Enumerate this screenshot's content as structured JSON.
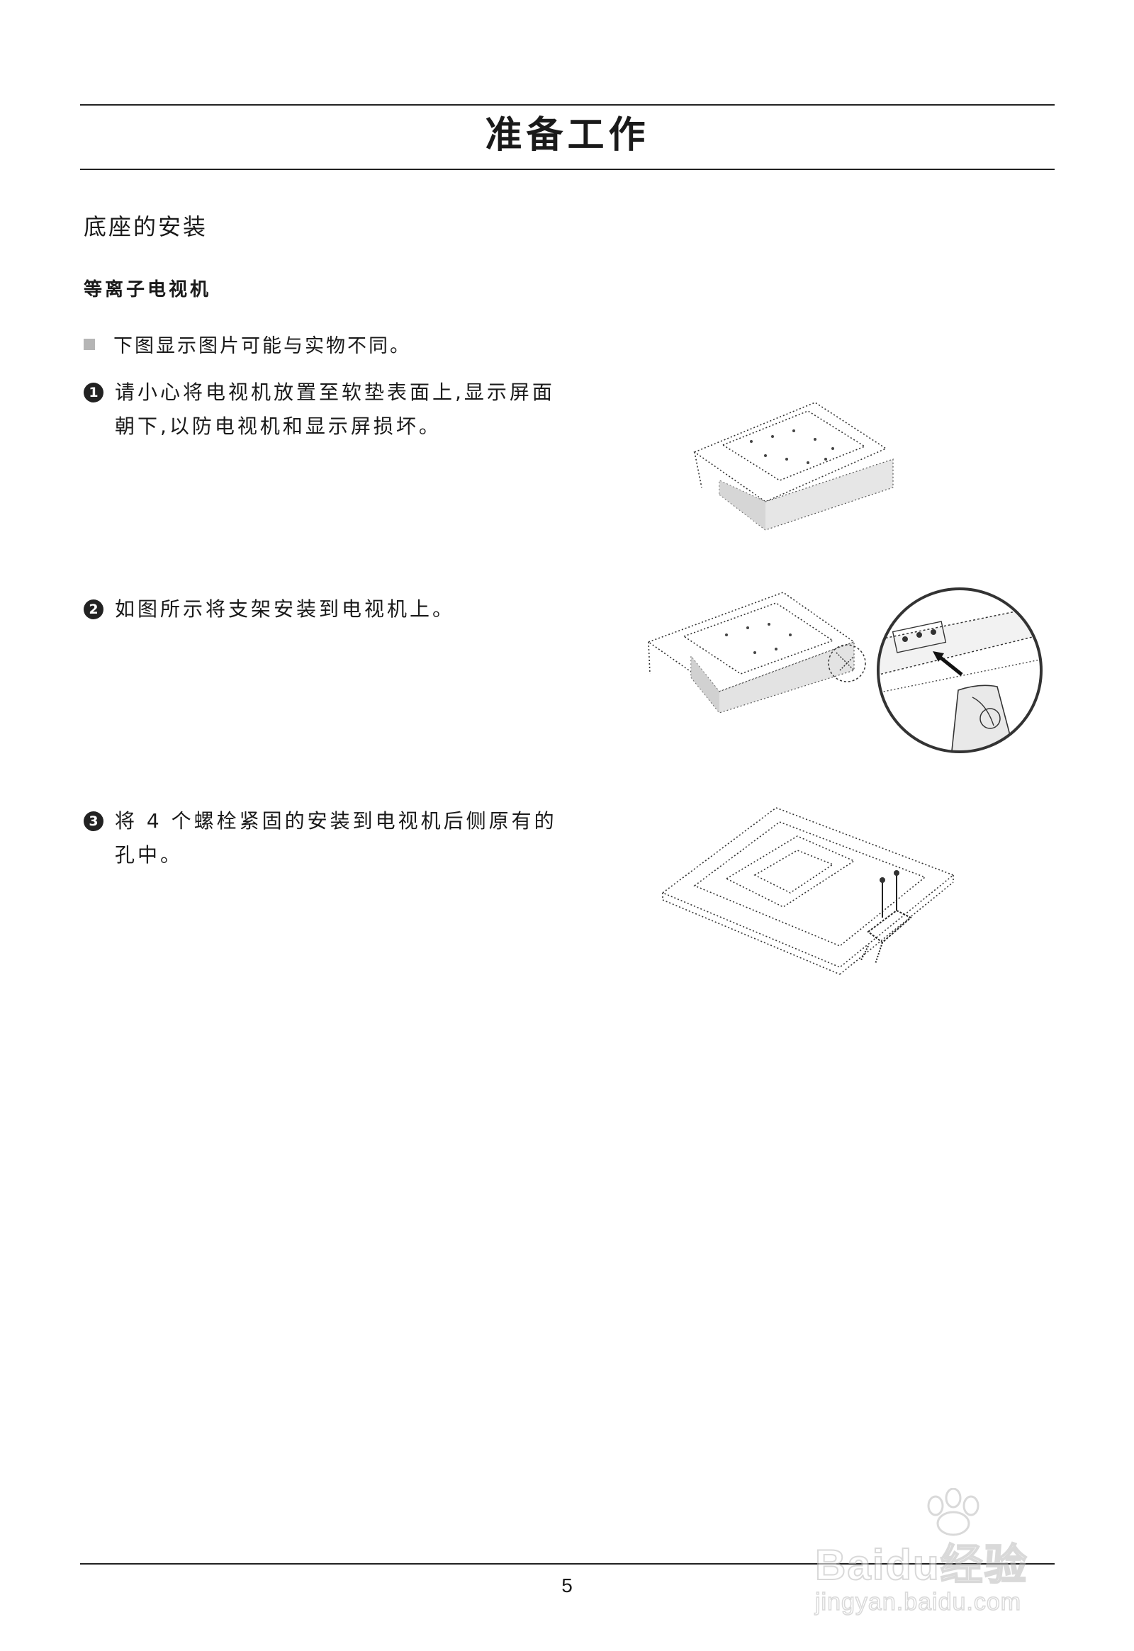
{
  "page": {
    "title": "准备工作",
    "section_heading": "底座的安装",
    "sub_heading": "等离子电视机",
    "note": "下图显示图片可能与实物不同。",
    "page_number": "5"
  },
  "steps": [
    {
      "number": "1",
      "text": "请小心将电视机放置至软垫表面上,显示屏面朝下,以防电视机和显示屏损坏。"
    },
    {
      "number": "2",
      "text": "如图所示将支架安装到电视机上。"
    },
    {
      "number": "3",
      "text": "将 4 个螺栓紧固的安装到电视机后侧原有的孔中。"
    }
  ],
  "watermark": {
    "brand": "Baidu经验",
    "url": "jingyan.baidu.com"
  },
  "colors": {
    "text": "#1a1a1a",
    "rule": "#222222",
    "note_bullet": "#b5b5b5"
  }
}
